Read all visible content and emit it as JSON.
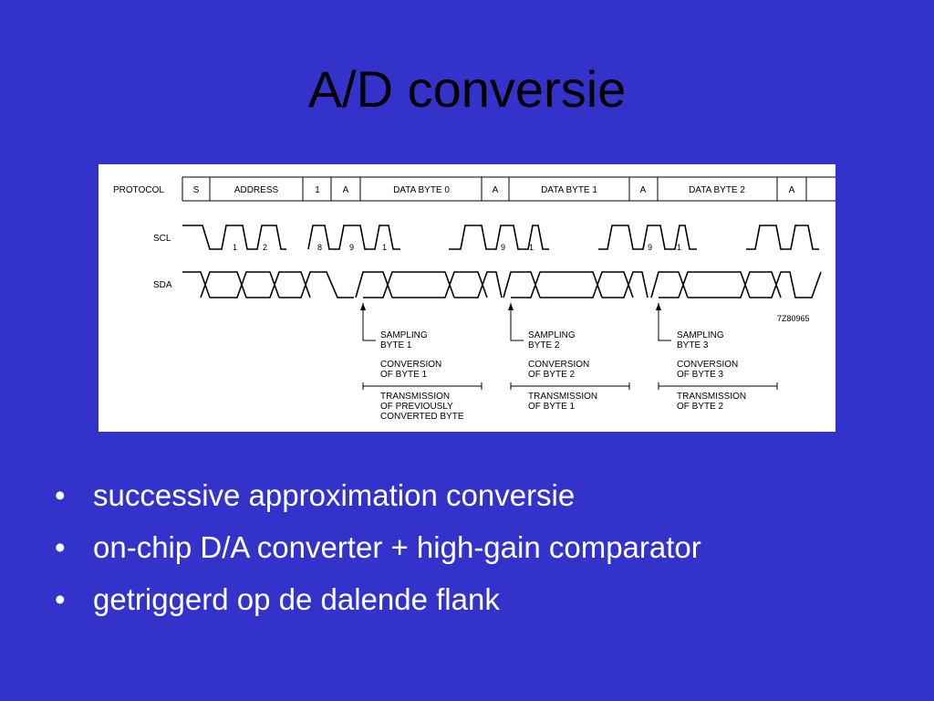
{
  "slide": {
    "title": "A/D conversie",
    "bullets": [
      "successive approximation conversie",
      "on-chip D/A converter + high-gain comparator",
      "getriggerd op de dalende flank"
    ]
  },
  "diagram": {
    "row_labels": {
      "protocol": "PROTOCOL",
      "scl": "SCL",
      "sda": "SDA"
    },
    "protocol_cells": [
      "S",
      "ADDRESS",
      "1",
      "A",
      "DATA BYTE 0",
      "A",
      "DATA BYTE 1",
      "A",
      "DATA BYTE 2",
      "A"
    ],
    "scl_pulse_labels": [
      "1",
      "2",
      "8",
      "9",
      "1",
      "9",
      "1",
      "9",
      "1"
    ],
    "figure_code": "7Z80965",
    "annotations": [
      {
        "sampling": [
          "SAMPLING",
          "BYTE 1"
        ],
        "conversion": [
          "CONVERSION",
          "OF BYTE 1"
        ],
        "transmission": [
          "TRANSMISSION",
          "OF PREVIOUSLY",
          "CONVERTED BYTE"
        ]
      },
      {
        "sampling": [
          "SAMPLING",
          "BYTE 2"
        ],
        "conversion": [
          "CONVERSION",
          "OF BYTE 2"
        ],
        "transmission": [
          "TRANSMISSION",
          "OF BYTE 1"
        ]
      },
      {
        "sampling": [
          "SAMPLING",
          "BYTE 3"
        ],
        "conversion": [
          "CONVERSION",
          "OF BYTE 3"
        ],
        "transmission": [
          "TRANSMISSION",
          "OF BYTE 2"
        ]
      }
    ]
  }
}
